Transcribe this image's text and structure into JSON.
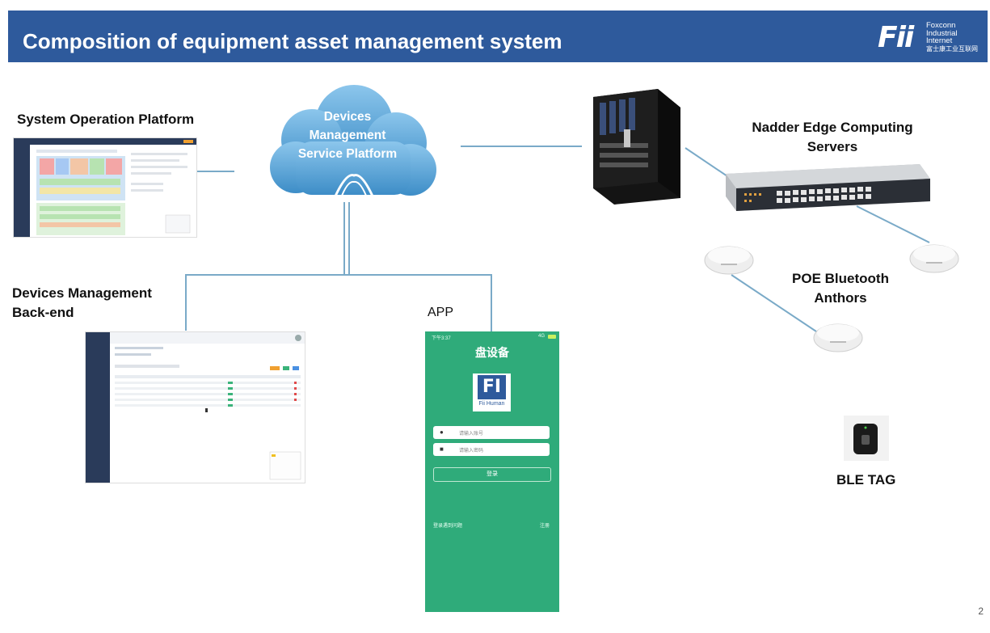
{
  "header": {
    "title": "Composition of equipment asset management system"
  },
  "logo": {
    "mark": "Fii",
    "lines": [
      "Foxconn",
      "Industrial",
      "Internet",
      "富士康工业互联网"
    ]
  },
  "nodes": {
    "operation_platform": "System Operation Platform",
    "cloud_line1": "Devices",
    "cloud_line2": "Management",
    "cloud_line3": "Service Platform",
    "edge_line1": "Nadder Edge Computing",
    "edge_line2": "Servers",
    "backend_line1": "Devices Management",
    "backend_line2": "Back-end",
    "app": "APP",
    "poe_line1": "POE Bluetooth",
    "poe_line2": "Anthors",
    "ble_tag": "BLE TAG"
  },
  "app_screen": {
    "status_time": "下午3:37",
    "status_right": "4G",
    "title": "盘设备",
    "logo_text": "Fii Human",
    "username_placeholder": "请输入账号",
    "password_placeholder": "请输入密码",
    "login_button": "登录",
    "forgot": "登录遇到问题",
    "register": "注册"
  },
  "page_number": "2",
  "colors": {
    "header": "#2e5a9c",
    "connector": "#7aaac8",
    "cloud": "#59a9d8",
    "app_bg": "#2fab7a"
  }
}
